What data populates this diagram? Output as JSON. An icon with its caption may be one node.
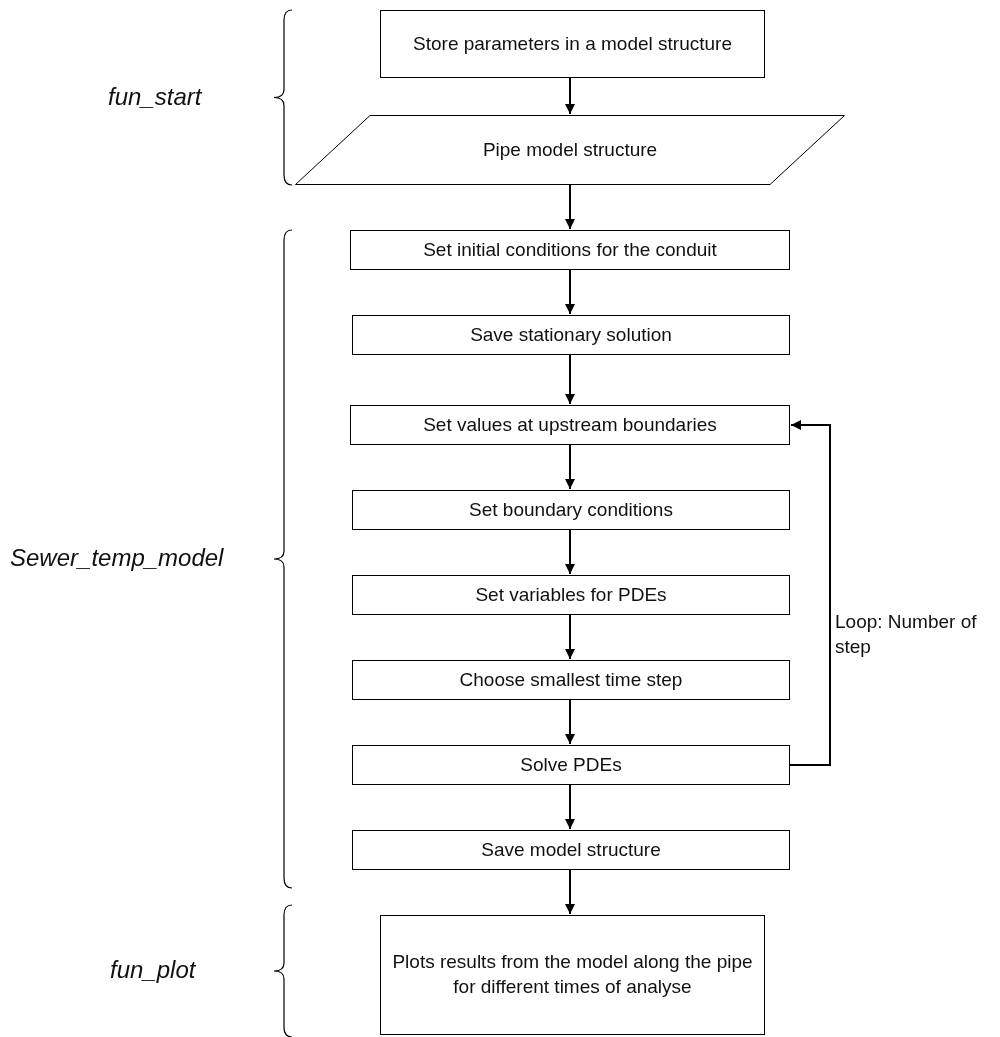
{
  "diagram": {
    "nodes": [
      {
        "text": [
          "Store parameters in a model structure"
        ]
      },
      {
        "text": [
          "Pipe model structure"
        ]
      },
      {
        "text": [
          "Set initial conditions for the conduit"
        ]
      },
      {
        "text": [
          "Save stationary solution"
        ]
      },
      {
        "text": [
          "Set values at upstream boundaries"
        ]
      },
      {
        "text": [
          "Set boundary conditions"
        ]
      },
      {
        "text": [
          "Set variables for PDEs"
        ]
      },
      {
        "text": [
          "Choose smallest time step"
        ]
      },
      {
        "text": [
          "Solve PDEs"
        ]
      },
      {
        "text": [
          "Save model structure"
        ]
      },
      {
        "text": [
          "Plots results from the model along the pipe for different times of analyse"
        ]
      }
    ],
    "edges": [
      {
        "from": 0,
        "to": 1,
        "arrow": "to"
      },
      {
        "from": 1,
        "to": 2,
        "arrow": "to"
      },
      {
        "from": 2,
        "to": 3,
        "arrow": "to"
      },
      {
        "from": 3,
        "to": 4,
        "arrow": "to"
      },
      {
        "from": 4,
        "to": 5,
        "arrow": "to"
      },
      {
        "from": 5,
        "to": 6,
        "arrow": "to"
      },
      {
        "from": 6,
        "to": 7,
        "arrow": "to"
      },
      {
        "from": 7,
        "to": 8,
        "arrow": "to"
      },
      {
        "from": 8,
        "to": 4,
        "arrow": "to",
        "label": "Loop: Number of step"
      },
      {
        "from": 8,
        "to": 9,
        "arrow": "to"
      },
      {
        "from": 9,
        "to": 10,
        "arrow": "to"
      }
    ],
    "labels": [
      "fun_start",
      "Sewer_temp_model",
      "fun_plot"
    ]
  }
}
